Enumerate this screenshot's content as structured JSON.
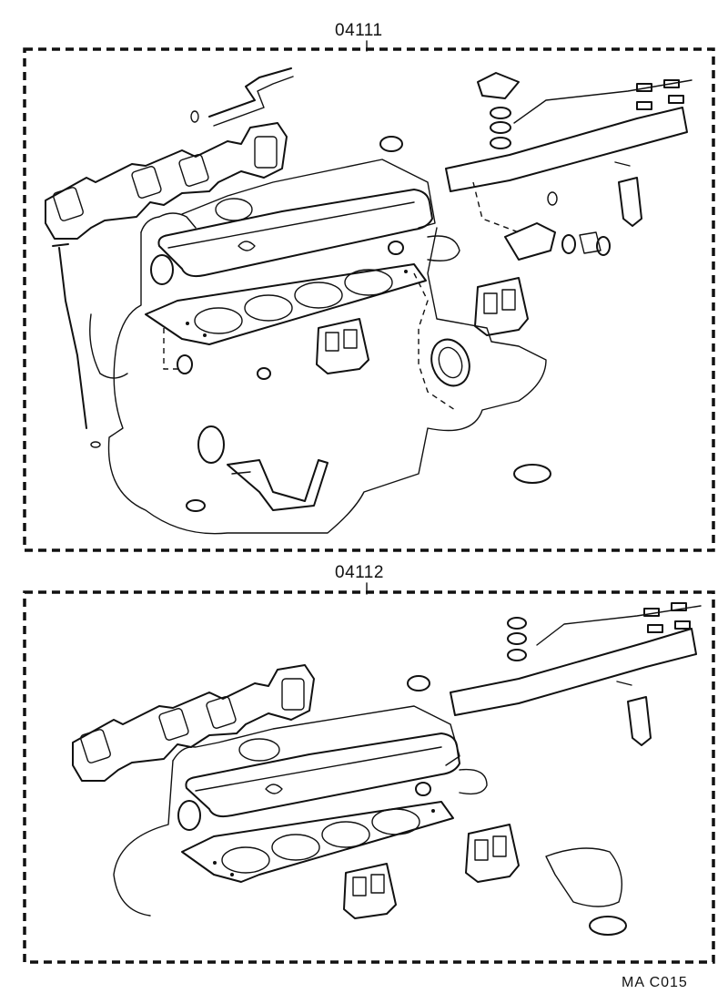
{
  "kits": [
    {
      "part_number": "04111"
    },
    {
      "part_number": "04112"
    }
  ],
  "footer": {
    "code": "MA  C015"
  }
}
